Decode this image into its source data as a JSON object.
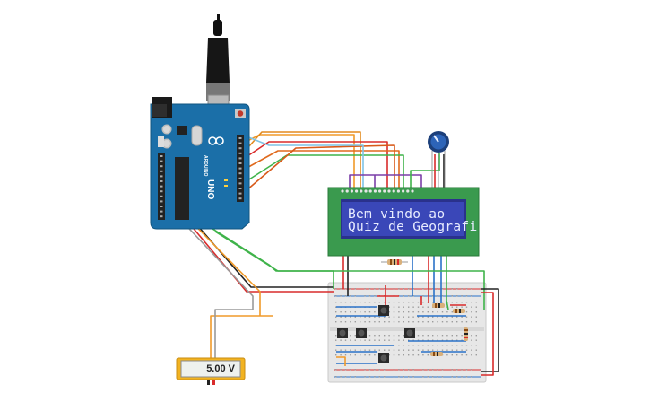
{
  "simulator": {
    "components": {
      "arduino": {
        "model_label": "UNO",
        "brand_label": "ARDUINO"
      },
      "lcd": {
        "line1": "Bem vindo ao",
        "line2": "Quiz de Geografi"
      },
      "multimeter": {
        "reading": "5.00 V"
      },
      "buttons_count": 5
    },
    "colors": {
      "board_blue": "#1b6fa8",
      "lcd_bezel": "#3a9a4e",
      "lcd_screen": "#3a47b8",
      "wire_red": "#d92b2b",
      "wire_black": "#222222",
      "wire_orange": "#f09a2a",
      "wire_green": "#3fb34a",
      "wire_purple": "#7b3fa8",
      "wire_gray": "#9a9a9a",
      "multimeter_yellow": "#f2b321"
    }
  }
}
